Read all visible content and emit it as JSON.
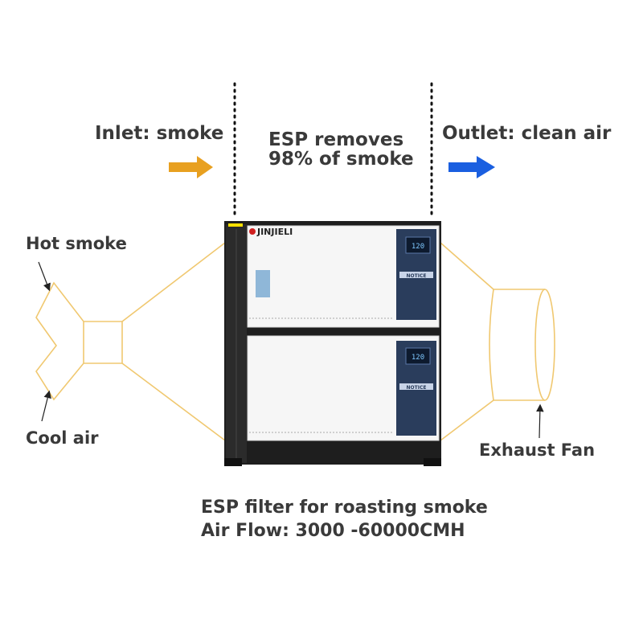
{
  "labels": {
    "inlet": "Inlet: smoke",
    "esp_line1": "ESP removes",
    "esp_line2": "98% of smoke",
    "outlet": "Outlet: clean air",
    "hot_smoke": "Hot smoke",
    "cool_air": "Cool air",
    "exhaust_fan": "Exhaust Fan",
    "caption_line1": "ESP filter for roasting smoke",
    "caption_line2": "Air Flow: 3000 -60000CMH"
  },
  "brand": "JINJIELI",
  "panel": {
    "display": "120",
    "notice": "NOTICE"
  },
  "colors": {
    "inlet_arrow": "#e8a020",
    "outlet_arrow": "#1a5fe0",
    "duct_outline": "#f0c870",
    "cabinet": "#1e1e1e",
    "module_face": "#f6f6f6",
    "control_panel": "#2a3d5c",
    "text": "#3a3a3a"
  }
}
